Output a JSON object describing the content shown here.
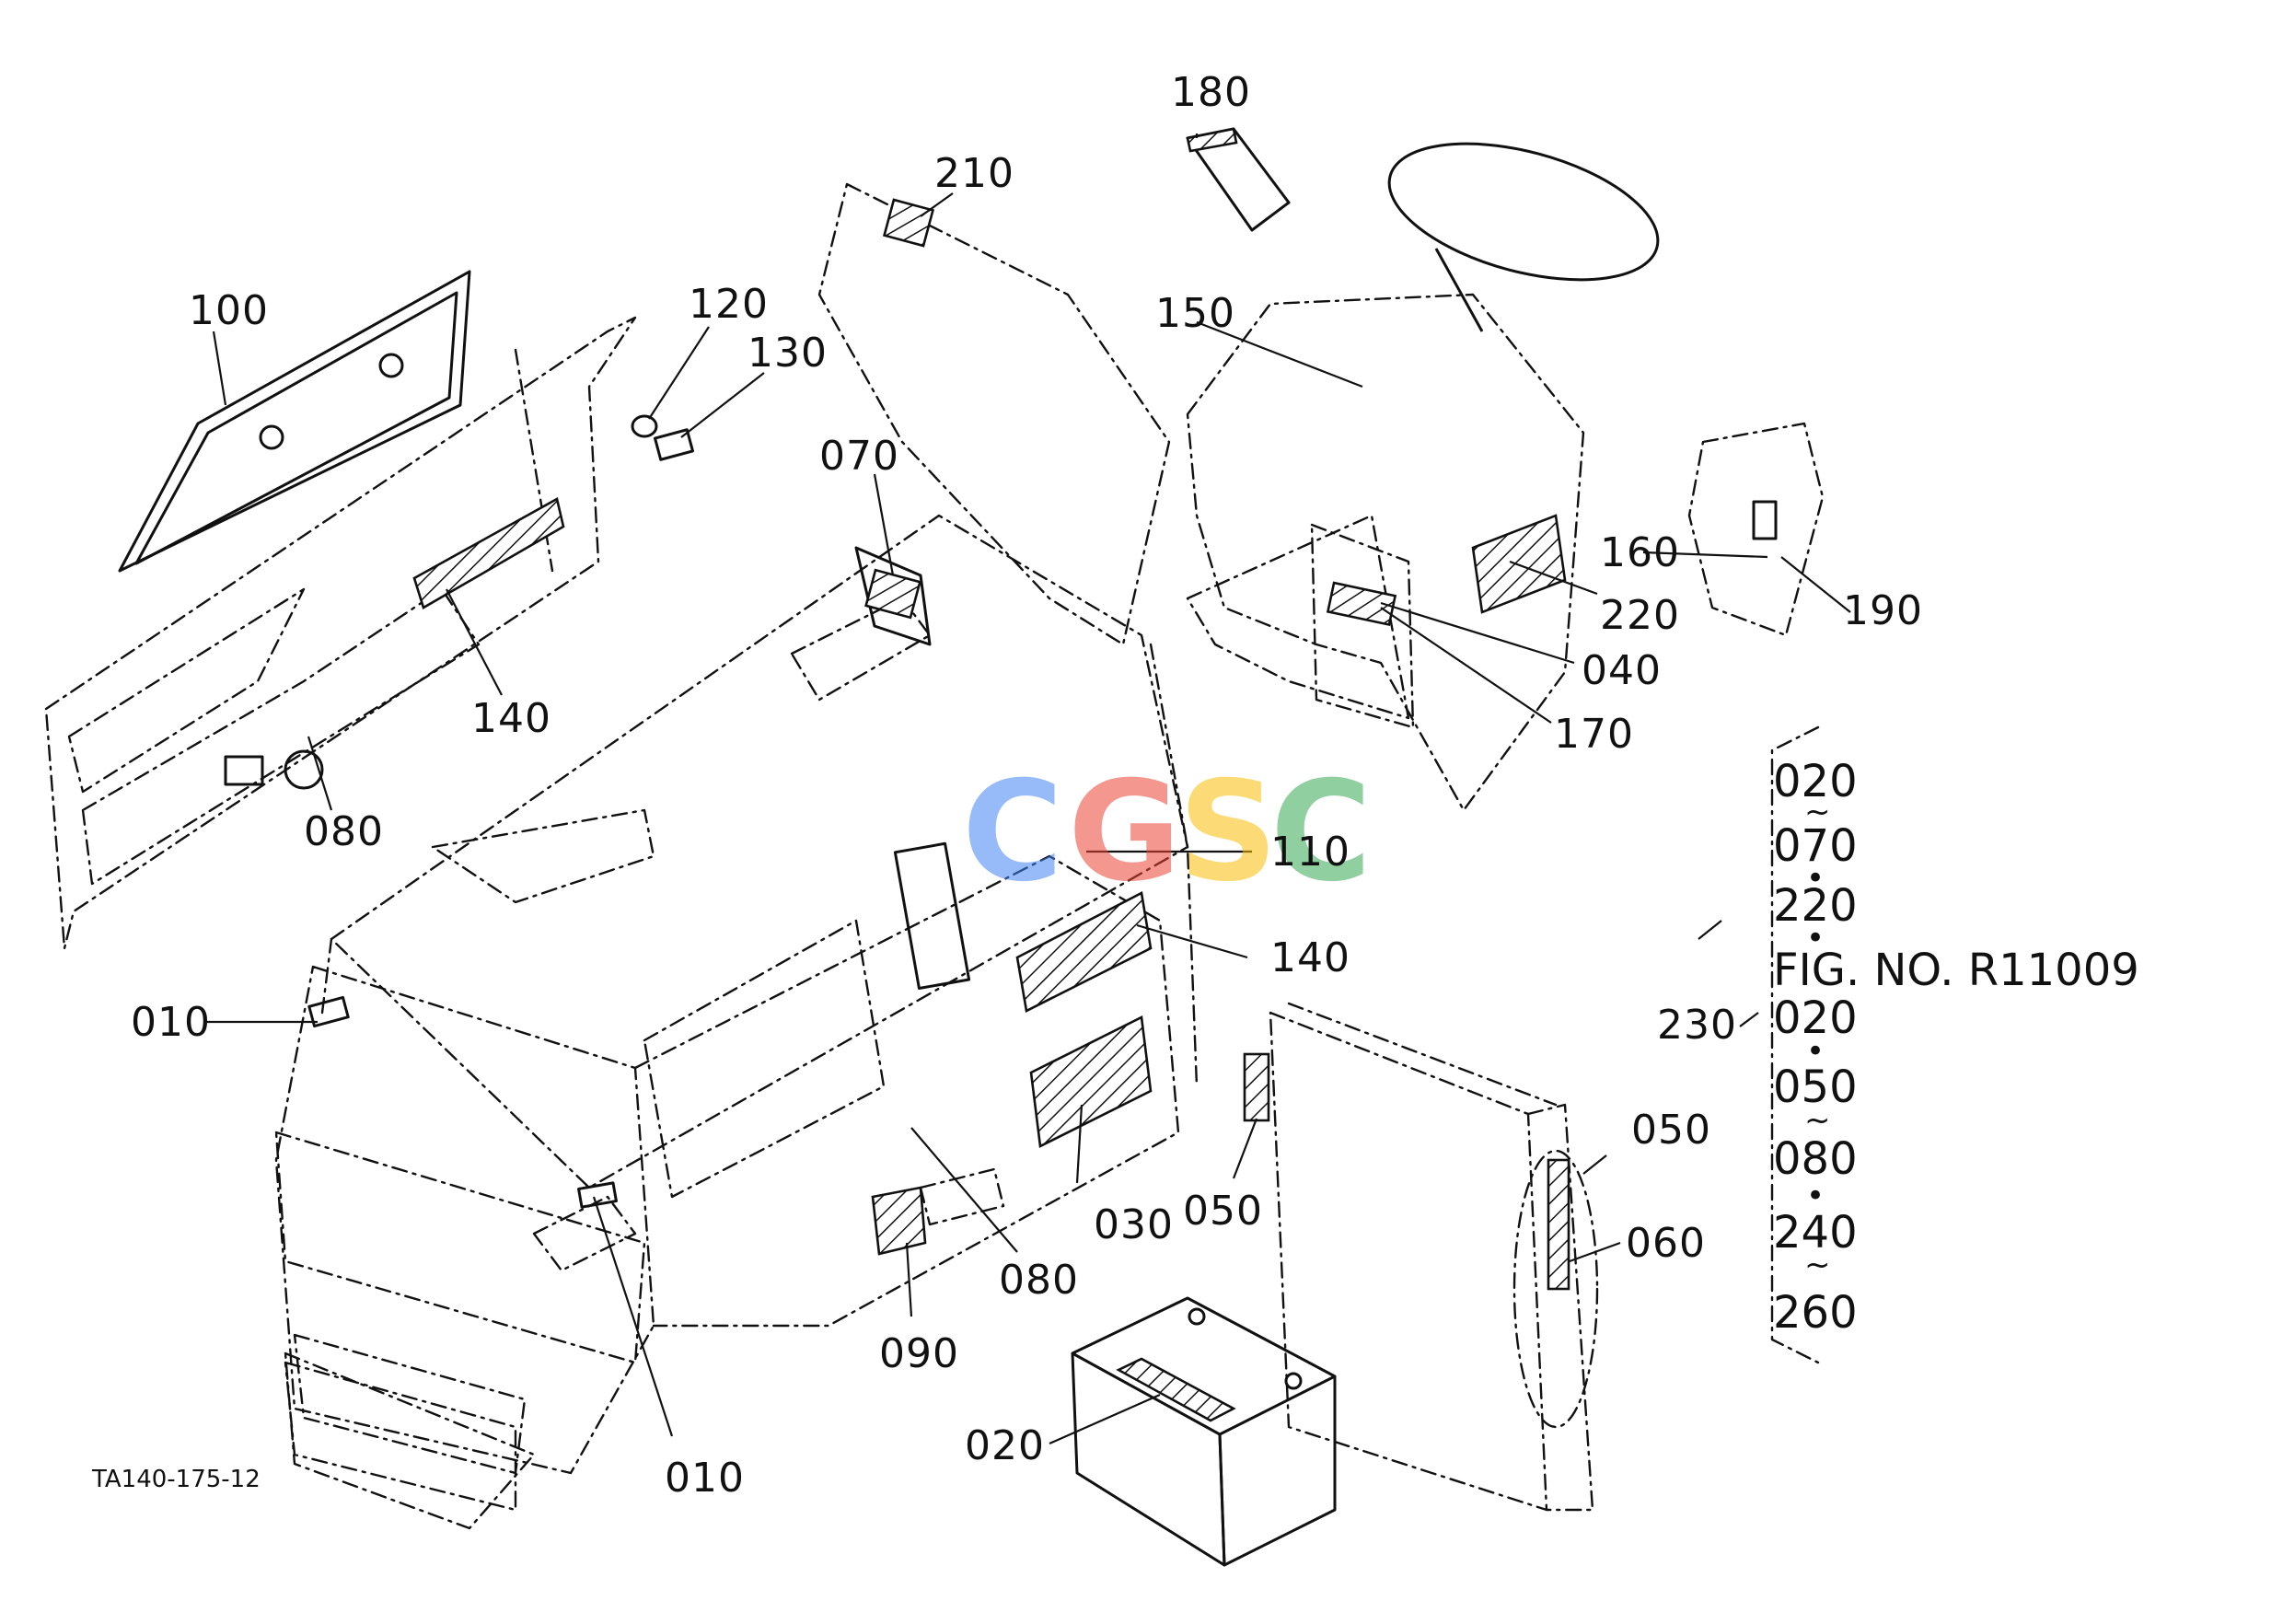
{
  "drawing_code": "TA140-175-12",
  "callouts": {
    "c010_left": "010",
    "c010_bottom": "010",
    "c020": "020",
    "c030": "030",
    "c040": "040",
    "c050_mid": "050",
    "c050_right": "050",
    "c060": "060",
    "c070": "070",
    "c080_left": "080",
    "c080_mid": "080",
    "c090": "090",
    "c100": "100",
    "c110": "110",
    "c120": "120",
    "c130": "130",
    "c140_left": "140",
    "c140_right": "140",
    "c150": "150",
    "c160": "160",
    "c170": "170",
    "c180": "180",
    "c190": "190",
    "c210": "210",
    "c220": "220",
    "c230": "230"
  },
  "group_230": {
    "lines": [
      "020",
      "~",
      "070",
      "•",
      "220",
      "•",
      "FIG. NO. R11009",
      "020",
      "•",
      "050",
      "~",
      "080",
      "•",
      "240",
      "~",
      "260"
    ]
  },
  "watermark": {
    "letters": [
      "C",
      "G",
      "S",
      "C"
    ],
    "colors": [
      "#4285f4",
      "#ea4335",
      "#fbbc05",
      "#34a853"
    ]
  }
}
